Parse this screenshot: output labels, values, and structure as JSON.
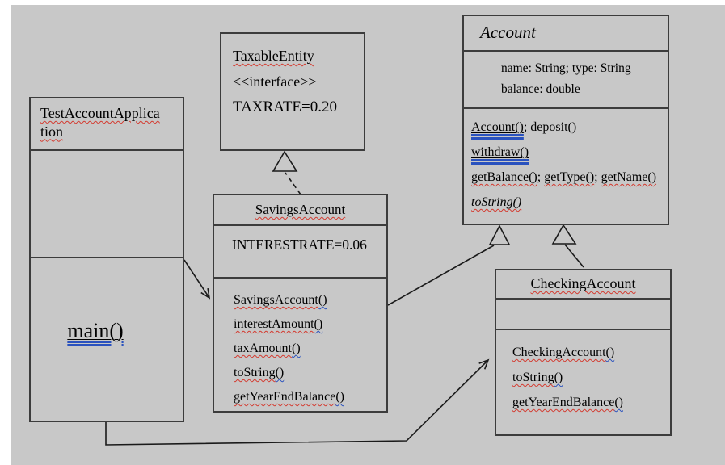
{
  "colors": {
    "canvas_bg": "#c8c8c8",
    "box_border": "#3c3c3c",
    "connector": "#1a1a1a",
    "spellcheck_red": "#d43a2f",
    "grammar_blue": "#2a52be"
  },
  "classes": {
    "test_app": {
      "title": "TestAccountApplication",
      "methods": [
        "main()"
      ]
    },
    "taxable_entity": {
      "title": "TaxableEntity",
      "stereotype": "<<interface>>",
      "constant": "TAXRATE=0.20"
    },
    "account": {
      "title": "Account",
      "attributes": [
        "name: String; type: String",
        "balance: double"
      ],
      "methods": [
        [
          "Account()",
          "; deposit()"
        ],
        [
          "withdraw()"
        ],
        [
          "getBalance()",
          "; ",
          "getType()",
          "; ",
          "getName()"
        ],
        [
          "toString()"
        ]
      ]
    },
    "savings_account": {
      "title": "SavingsAccount",
      "constant": "INTERESTRATE=0.06",
      "methods": [
        [
          "SavingsAccount",
          "()"
        ],
        [
          "interestAmount",
          "()"
        ],
        [
          "taxAmount",
          "()"
        ],
        [
          "toString",
          "()"
        ],
        [
          "getYearEndBalance",
          "()"
        ]
      ]
    },
    "checking_account": {
      "title": "CheckingAccount",
      "methods": [
        [
          "CheckingAccount",
          "()"
        ],
        [
          "toString",
          "()"
        ],
        [
          "getYearEndBalance",
          "()"
        ]
      ]
    }
  },
  "relationships": [
    {
      "type": "realization",
      "from": "SavingsAccount",
      "to": "TaxableEntity",
      "style": "dashed-hollow-triangle"
    },
    {
      "type": "generalization",
      "from": "SavingsAccount",
      "to": "Account",
      "style": "solid-hollow-triangle"
    },
    {
      "type": "generalization",
      "from": "CheckingAccount",
      "to": "Account",
      "style": "solid-hollow-triangle"
    },
    {
      "type": "association",
      "from": "TestAccountApplication",
      "to": "SavingsAccount",
      "style": "open-arrow"
    },
    {
      "type": "association",
      "from": "TestAccountApplication",
      "to": "CheckingAccount",
      "style": "open-arrow"
    }
  ]
}
